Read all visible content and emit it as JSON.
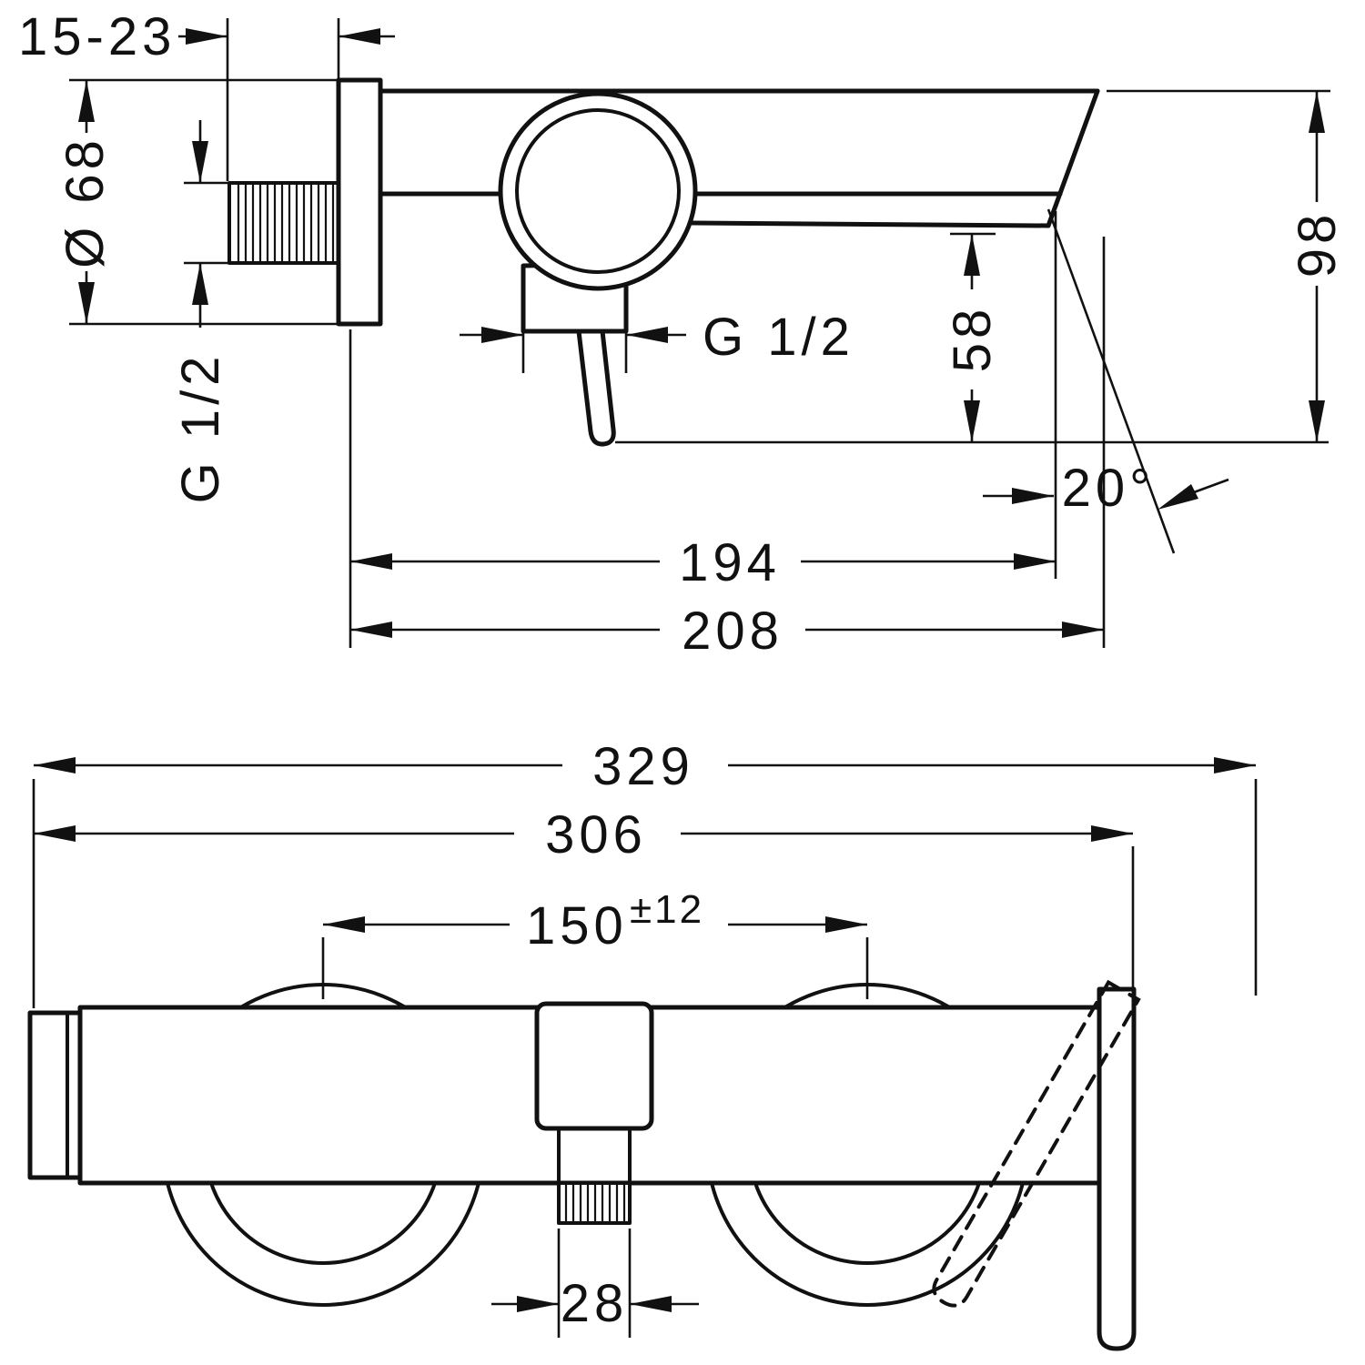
{
  "colors": {
    "line": "#111111",
    "background": "#ffffff"
  },
  "side_view": {
    "wall_distance": "15-23",
    "escutcheon_diameter": "Ø 68",
    "inlet_thread": "G 1/2",
    "hose_outlet_thread": "G 1/2",
    "outlet_height": "58",
    "body_height": "98",
    "spout_angle": "20°",
    "spout_projection": "194",
    "total_projection": "208"
  },
  "front_view": {
    "total_width": "329",
    "body_width": "306",
    "connection_distance": "150",
    "connection_tolerance": "±12",
    "outlet_width": "28"
  }
}
